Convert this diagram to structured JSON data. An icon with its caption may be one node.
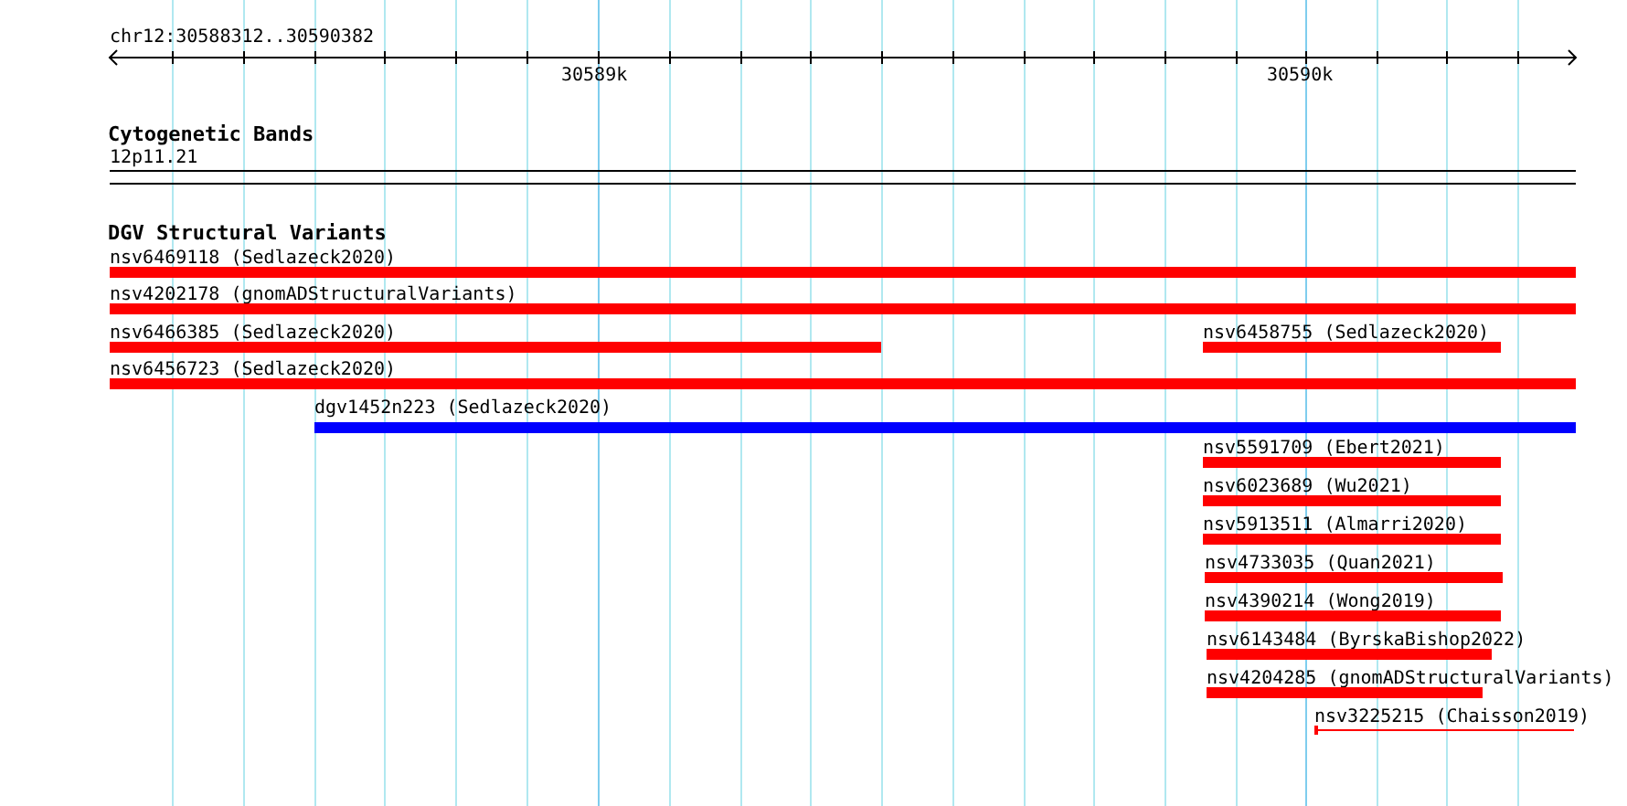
{
  "diagram": {
    "nodes": [
      {
        "text": [
          "12p11.21"
        ]
      },
      {
        "text": [
          "nsv6469118 (Sedlazeck2020)"
        ]
      },
      {
        "text": [
          "nsv4202178 (gnomADStructuralVariants)"
        ]
      },
      {
        "text": [
          "nsv6466385 (Sedlazeck2020)"
        ]
      },
      {
        "text": [
          "nsv6458755 (Sedlazeck2020)"
        ]
      },
      {
        "text": [
          "nsv6456723 (Sedlazeck2020)"
        ]
      },
      {
        "text": [
          "dgv1452n223 (Sedlazeck2020)"
        ]
      },
      {
        "text": [
          "nsv5591709 (Ebert2021)"
        ]
      },
      {
        "text": [
          "nsv6023689 (Wu2021)"
        ]
      },
      {
        "text": [
          "nsv5913511 (Almarri2020)"
        ]
      },
      {
        "text": [
          "nsv4733035 (Quan2021)"
        ]
      },
      {
        "text": [
          "nsv4390214 (Wong2019)"
        ]
      },
      {
        "text": [
          "nsv6143484 (ByrskaBishop2022)"
        ]
      },
      {
        "text": [
          "nsv4204285 (gnomADStructuralVariants)"
        ]
      },
      {
        "text": [
          "nsv3225215 (Chaisson2019)"
        ]
      }
    ],
    "labels": [
      "chr12:30588312..30590382",
      "30589k",
      "30590k",
      "Cytogenetic Bands",
      "DGV Structural Variants"
    ]
  }
}
